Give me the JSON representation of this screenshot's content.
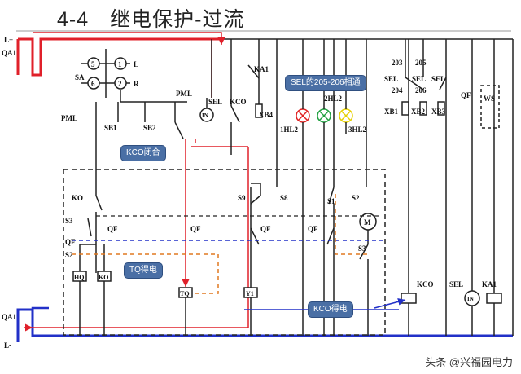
{
  "title": "4-4　继电保护-过流",
  "rails": {
    "positive": "L+",
    "negative": "L-"
  },
  "components": {
    "qa1_top": "QA1",
    "qa1_bottom": "QA1",
    "meter_5": "5",
    "meter_1": "1",
    "meter_6": "6",
    "meter_2": "2",
    "phase_l": "L",
    "phase_r": "R",
    "sa": "SA",
    "pml_left": "PML",
    "pml_right": "PML",
    "sb1": "SB1",
    "sb2": "SB2",
    "sel_top": "SEL",
    "kco_top": "KCO",
    "in_top": "IN",
    "ka1_top": "KA1",
    "xb4": "XB4",
    "hl1": "1HL2",
    "hl2": "2HL2",
    "hl3": "3HL2",
    "n203": "203",
    "n205": "205",
    "n204": "204",
    "n206": "206",
    "sel_a": "SEL",
    "sel_b": "SEL",
    "sel_c": "SEL",
    "xb1": "XB1",
    "xb2": "XB2",
    "xb3": "XB3",
    "qf_right": "QF",
    "ws": "WS",
    "ko": "KO",
    "s3_left": "S3",
    "qf_left": "QF",
    "s2_left": "S2",
    "qf_k": "QF",
    "hq": "HQ",
    "ko_coil": "KO",
    "qf_mid": "QF",
    "tq": "TQ",
    "s9": "S9",
    "s8": "S8",
    "qf_y1": "QF",
    "y1": "Y1",
    "s1": "S1",
    "s2_right": "S2",
    "qf_right2": "QF",
    "motor": "M",
    "s3_right": "S3",
    "kco_bottom": "KCO",
    "sel_bottom": "SEL",
    "in_bottom": "IN",
    "ka1_bottom": "KA1"
  },
  "callouts": {
    "sel_pass": "SEL的205-206相通",
    "kco_close": "KCO闭合",
    "tq_energized": "TQ得电",
    "kco_energized": "KCO得电"
  },
  "watermark": "头条 @兴福园电力",
  "colors": {
    "circuit": "#222222",
    "live_path": "#e0202a",
    "trip_path": "#2230c8",
    "dashed_orange": "#e07820",
    "callout": "#4a6fa5",
    "lamp_red": "#e02020",
    "lamp_green": "#20a040",
    "lamp_yellow": "#e6d000"
  }
}
